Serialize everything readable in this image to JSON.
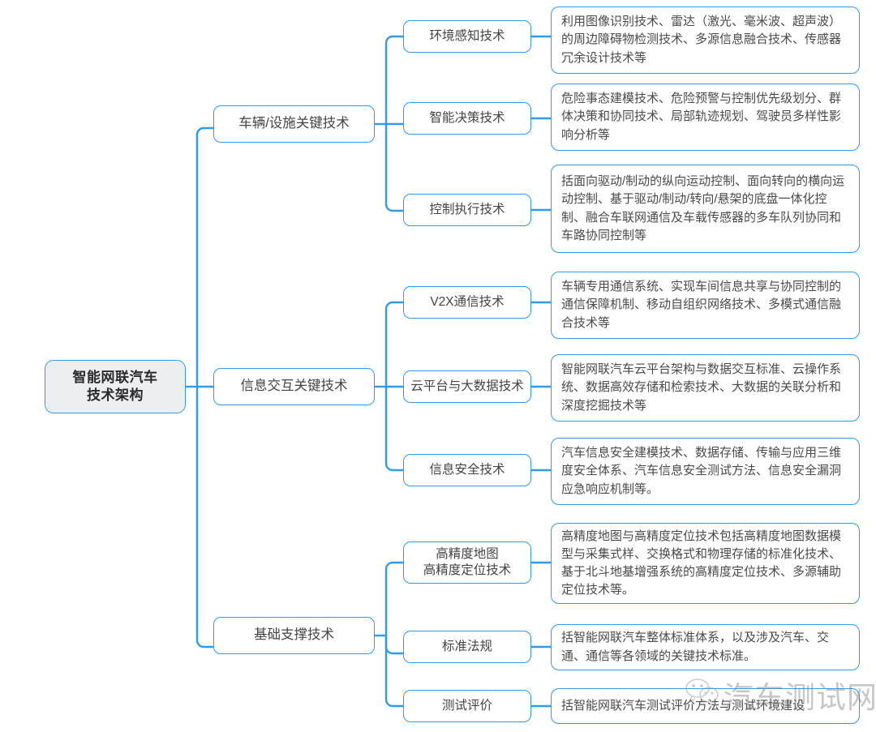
{
  "diagram": {
    "title": "智能网联汽车技术架构思维导图",
    "root": {
      "label": "智能网联汽车\n技术架构",
      "line1": "智能网联汽车",
      "line2": "技术架构"
    },
    "colors": {
      "branch_line": "#2e9bf0",
      "node_border": "#2e9bf0",
      "root_fill": "#eceef2",
      "node_fill": "#ffffff",
      "text": "#444444"
    },
    "branches": [
      {
        "label": "车辆/设施关键技术",
        "children": [
          {
            "label": "环境感知技术",
            "detail": "利用图像识别技术、雷达（激光、毫米波、超声波）的周边障碍物检测技术、多源信息融合技术、传感器冗余设计技术等"
          },
          {
            "label": "智能决策技术",
            "detail": "危险事态建模技术、危险预警与控制优先级划分、群体决策和协同技术、局部轨迹规划、驾驶员多样性影响分析等"
          },
          {
            "label": "控制执行技术",
            "detail": "括面向驱动/制动的纵向运动控制、面向转向的横向运动控制、基于驱动/制动/转向/悬架的底盘一体化控制、融合车联网通信及车载传感器的多车队列协同和车路协同控制等"
          }
        ]
      },
      {
        "label": "信息交互关键技术",
        "children": [
          {
            "label": "V2X通信技术",
            "detail": "车辆专用通信系统、实现车间信息共享与协同控制的通信保障机制、移动自组织网络技术、多模式通信融合技术等"
          },
          {
            "label": "云平台与大数据技术",
            "detail": "智能网联汽车云平台架构与数据交互标准、云操作系统、数据高效存储和检索技术、大数据的关联分析和深度挖掘技术等"
          },
          {
            "label": "信息安全技术",
            "detail": "汽车信息安全建模技术、数据存储、传输与应用三维度安全体系、汽车信息安全测试方法、信息安全漏洞应急响应机制等。"
          }
        ]
      },
      {
        "label": "基础支撑技术",
        "children": [
          {
            "label": "高精度地图\n高精度定位技术",
            "line1": "高精度地图",
            "line2": "高精度定位技术",
            "detail": "高精度地图与高精度定位技术包括高精度地图数据模型与采集式样、交换格式和物理存储的标准化技术、基于北斗地基增强系统的高精度定位技术、多源辅助定位技术等。"
          },
          {
            "label": "标准法规",
            "detail": "括智能网联汽车整体标准体系，以及涉及汽车、交通、通信等各领域的关键技术标准。"
          },
          {
            "label": "测试评价",
            "detail": "括智能网联汽车测试评价方法与测试环境建设"
          }
        ]
      }
    ]
  },
  "watermark": {
    "text": "汽车测试网",
    "icon": "wechat-icon"
  }
}
